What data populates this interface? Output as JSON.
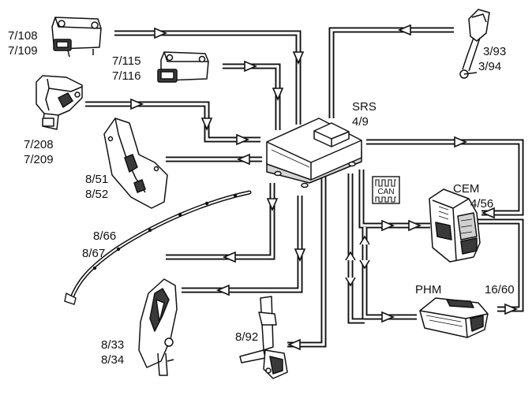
{
  "srs": {
    "line1": "SRS",
    "line2": "4/9"
  },
  "cem": {
    "line1": "CEM",
    "line2": "4/56"
  },
  "phm": {
    "line1": "PHM",
    "line2": "16/60"
  },
  "can_badge": "CAN",
  "components": {
    "sensor_top_left": {
      "line1": "7/108",
      "line2": "7/109"
    },
    "sensor_mid": {
      "line1": "7/115",
      "line2": "7/116"
    },
    "buckle_sensor": {
      "line1": "3/93",
      "line2": "3/94"
    },
    "seat_switch": {
      "line1": "7/208",
      "line2": "7/209"
    },
    "side_airbag": {
      "line1": "8/51",
      "line2": "8/52"
    },
    "curtain_airbag": {
      "line1": "8/66",
      "line2": "8/67"
    },
    "belt_pretensioner": {
      "line1": "8/33",
      "line2": "8/34"
    },
    "lap_pretensioner": {
      "line1": "8/92"
    }
  },
  "colors": {
    "line": "#111111",
    "fill": "#ffffff",
    "shade": "#bdbdbd",
    "dark": "#3a3a3a"
  }
}
